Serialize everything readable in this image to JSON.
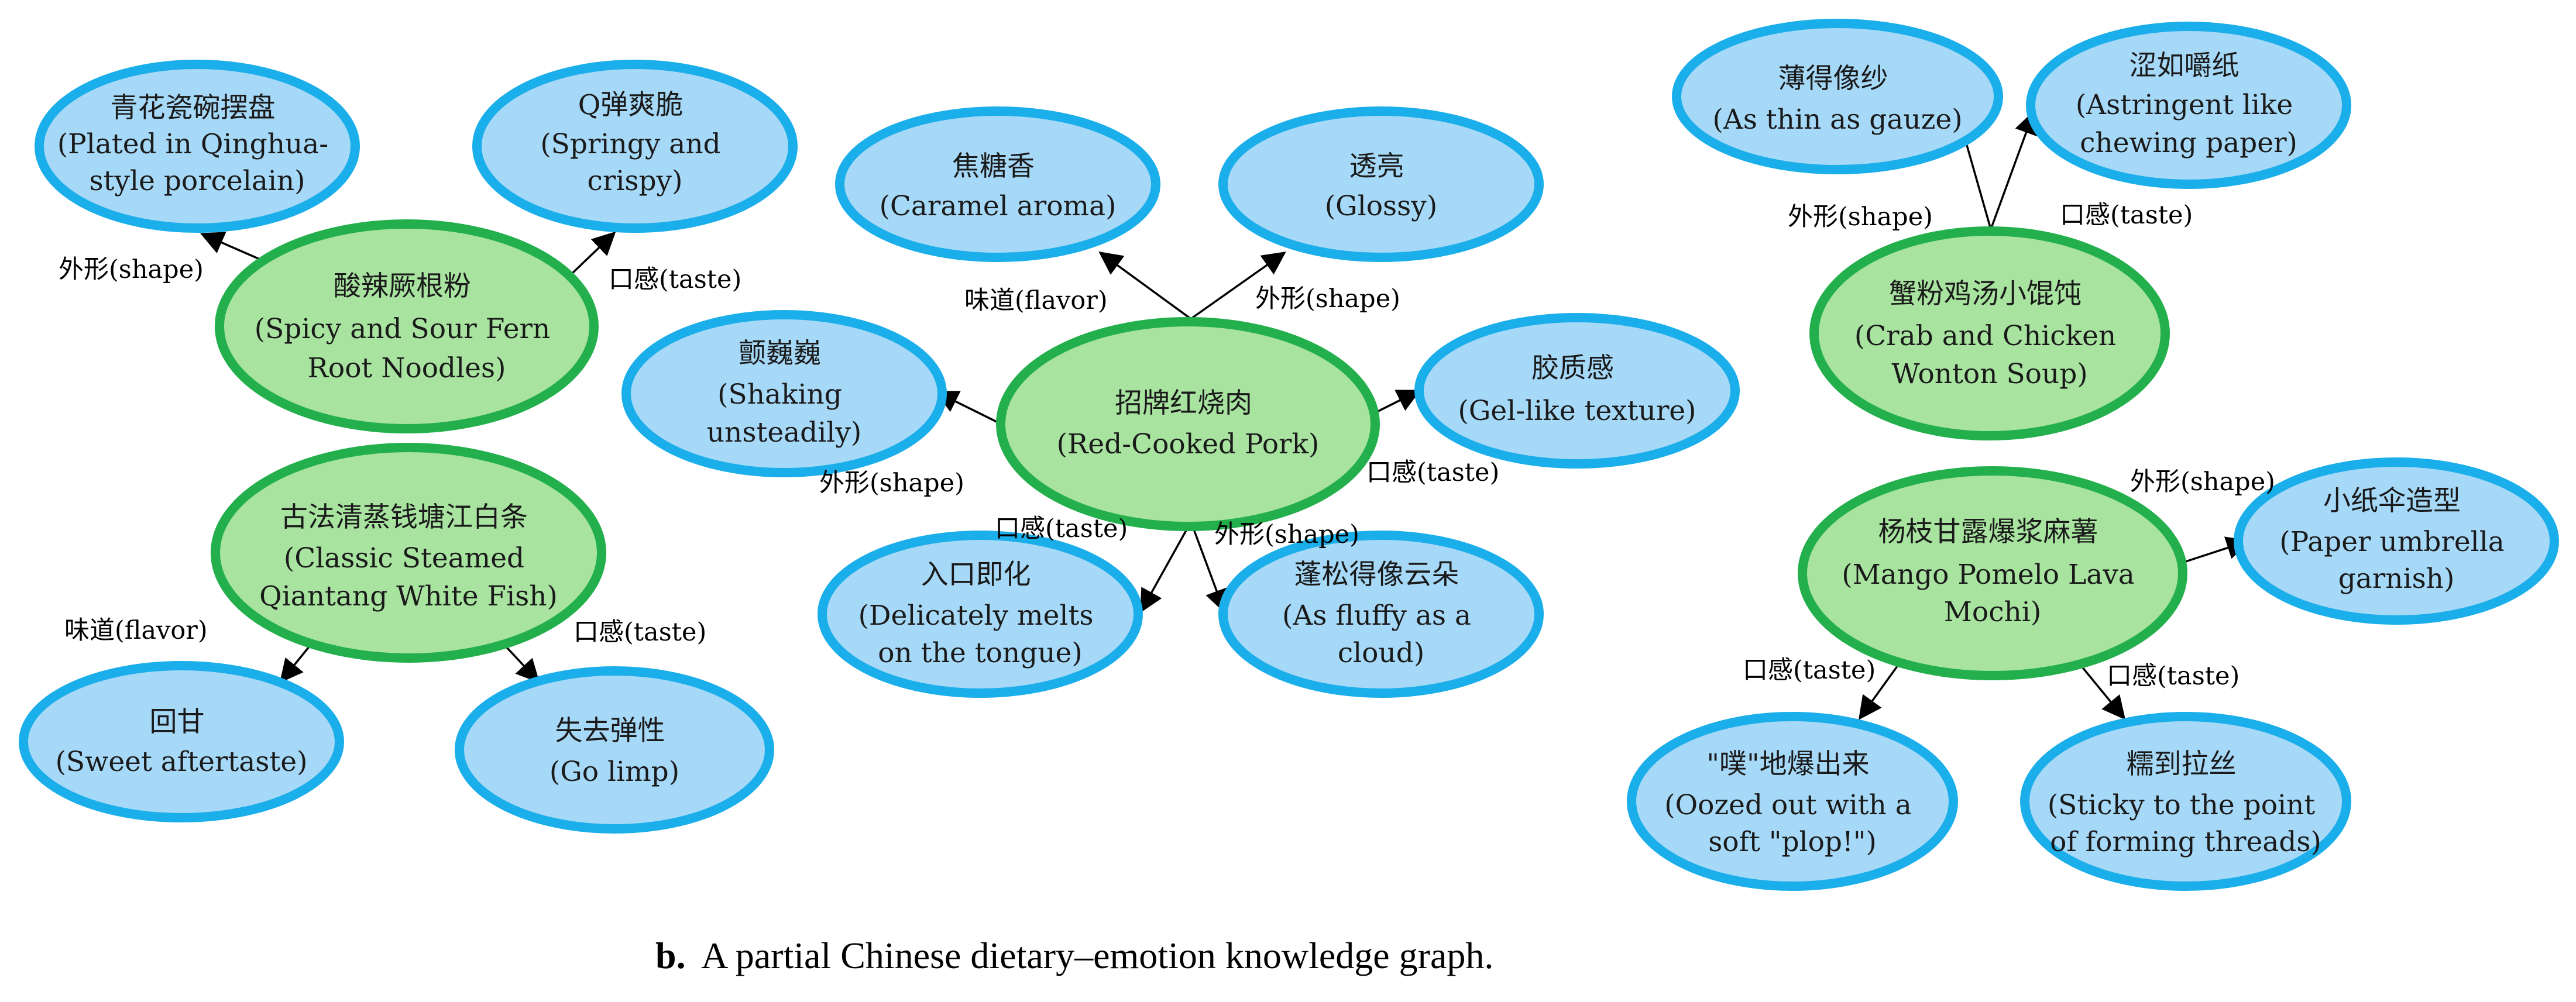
{
  "caption": {
    "label": "b.",
    "text": "A partial Chinese dietary–emotion knowledge graph."
  },
  "colors": {
    "dish_fill": "#a8e3a0",
    "dish_stroke": "#23b04c",
    "attr_fill": "#a6d8f7",
    "attr_stroke": "#1aaeea"
  },
  "nodes": {
    "dish_hotsour": {
      "lines": [
        "酸辣厥根粉",
        "(Spicy and Sour Fern",
        "Root Noodles)"
      ]
    },
    "attr_qinghua": {
      "lines": [
        "青花瓷碗摆盘",
        "(Plated in Qinghua-",
        "style porcelain)"
      ]
    },
    "attr_springy": {
      "lines": [
        "Q弹爽脆",
        "(Springy and",
        "crispy)"
      ]
    },
    "dish_fish": {
      "lines": [
        "古法清蒸钱塘江白条",
        "(Classic Steamed",
        "Qiantang White Fish)"
      ]
    },
    "attr_sweet": {
      "lines": [
        "回甘",
        "(Sweet aftertaste)"
      ]
    },
    "attr_limp": {
      "lines": [
        "失去弹性",
        "(Go limp)"
      ]
    },
    "dish_pork": {
      "lines": [
        "招牌红烧肉",
        "(Red-Cooked Pork)"
      ]
    },
    "attr_caramel": {
      "lines": [
        "焦糖香",
        "(Caramel aroma)"
      ]
    },
    "attr_glossy": {
      "lines": [
        "透亮",
        "(Glossy)"
      ]
    },
    "attr_shaking": {
      "lines": [
        "颤巍巍",
        "(Shaking",
        "unsteadily)"
      ]
    },
    "attr_gel": {
      "lines": [
        "胶质感",
        "(Gel-like texture)"
      ]
    },
    "attr_melts": {
      "lines": [
        "入口即化",
        "(Delicately melts",
        "on the tongue)"
      ]
    },
    "attr_fluffy": {
      "lines": [
        "蓬松得像云朵",
        "(As fluffy as a",
        "cloud)"
      ]
    },
    "dish_wonton": {
      "lines": [
        "蟹粉鸡汤小馄饨",
        "(Crab and Chicken",
        "Wonton Soup)"
      ]
    },
    "attr_gauze": {
      "lines": [
        "薄得像纱",
        "(As thin as gauze)"
      ]
    },
    "attr_astringent": {
      "lines": [
        "涩如嚼纸",
        "(Astringent like",
        "chewing paper)"
      ]
    },
    "dish_mochi": {
      "lines": [
        "杨枝甘露爆浆麻薯",
        "(Mango Pomelo Lava",
        "Mochi)"
      ]
    },
    "attr_umbrella": {
      "lines": [
        "小纸伞造型",
        "(Paper umbrella",
        "garnish)"
      ]
    },
    "attr_oozed": {
      "lines": [
        "\"噗\"地爆出来",
        "(Oozed out with a",
        "soft \"plop!\")"
      ]
    },
    "attr_sticky": {
      "lines": [
        "糯到拉丝",
        "(Sticky to the point",
        "of forming threads)"
      ]
    }
  },
  "edges": {
    "e1": {
      "label": "外形(shape)"
    },
    "e2": {
      "label": "口感(taste)"
    },
    "e3": {
      "label": "味道(flavor)"
    },
    "e4": {
      "label": "口感(taste)"
    },
    "e5": {
      "label": "味道(flavor)"
    },
    "e6": {
      "label": "外形(shape)"
    },
    "e7": {
      "label": "外形(shape)"
    },
    "e8": {
      "label": "口感(taste)"
    },
    "e9": {
      "label": "口感(taste)"
    },
    "e10": {
      "label": "外形(shape)"
    },
    "e11": {
      "label": "外形(shape)"
    },
    "e12": {
      "label": "口感(taste)"
    },
    "e13": {
      "label": "外形(shape)"
    },
    "e14": {
      "label": "口感(taste)"
    },
    "e15": {
      "label": "口感(taste)"
    }
  }
}
